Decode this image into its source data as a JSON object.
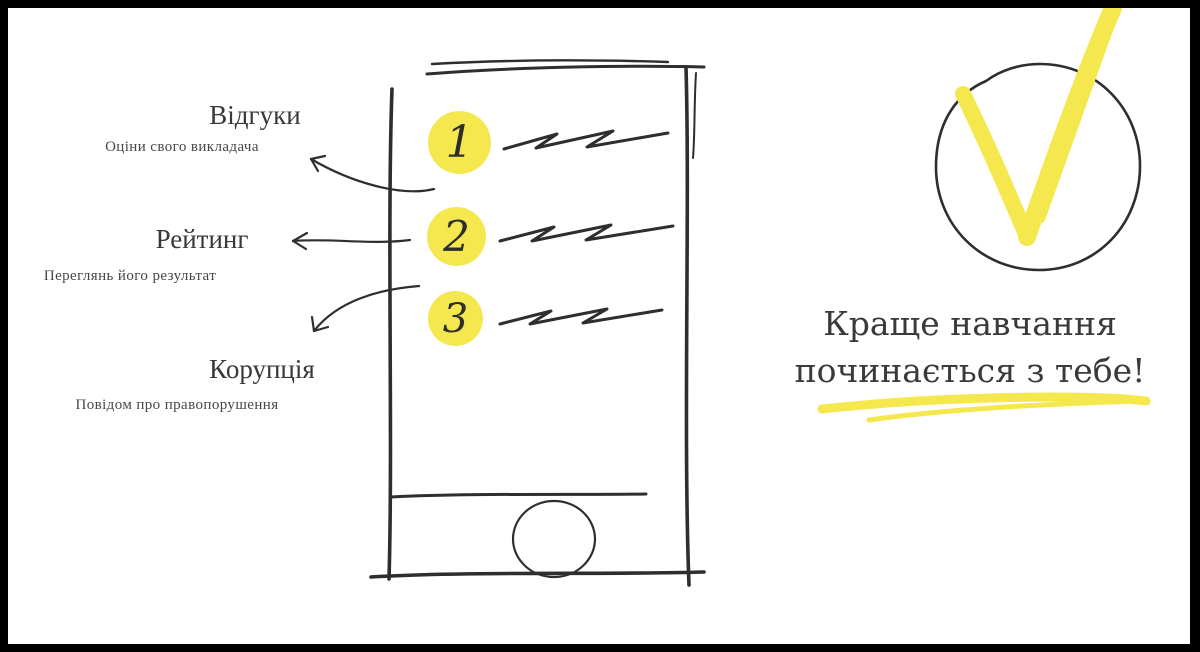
{
  "colors": {
    "frame": "#000000",
    "canvas": "#ffffff",
    "ink": "#2e2e2e",
    "accent_yellow": "#f5e84e"
  },
  "features": [
    {
      "number": "1",
      "title": "Відгуки",
      "subtitle": "Оціни свого викладача"
    },
    {
      "number": "2",
      "title": "Рейтинг",
      "subtitle": "Переглянь його результат"
    },
    {
      "number": "3",
      "title": "Корупція",
      "subtitle": "Повідом про правопорушення"
    }
  ],
  "slogan": {
    "line1": "Краще навчання",
    "line2": "починається з тебе!"
  }
}
